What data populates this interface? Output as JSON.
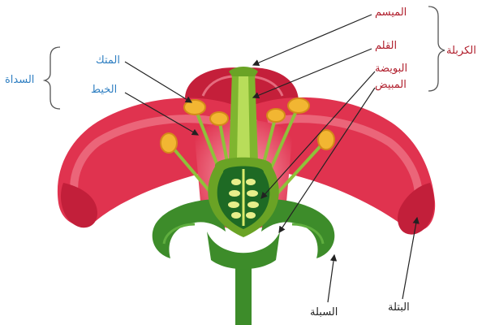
{
  "labels": {
    "stigma": "الميسم",
    "style": "القلم",
    "ovule": "البويضة",
    "ovary": "المبيض",
    "pistil": "الكربلة",
    "anther": "المتك",
    "filament": "الخيط",
    "stamen": "السداة",
    "sepal": "السبلة",
    "petal": "البتلة"
  },
  "colors": {
    "petal": "#e0334f",
    "petal_dark": "#c21f3a",
    "stem_green": "#3d8c2a",
    "light_green": "#9ccc3c",
    "anther": "#f2b632",
    "red_label": "#b01e2c",
    "blue_label": "#2f7fc2"
  }
}
